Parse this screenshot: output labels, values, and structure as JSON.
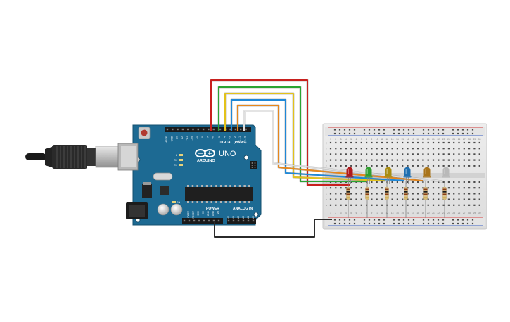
{
  "board": {
    "brand": "ARDUINO",
    "model": "UNO",
    "digital_header": "DIGITAL (PWM~)",
    "power_header": "POWER",
    "analog_header": "ANALOG IN",
    "digital_pins": [
      "AREF",
      "GND",
      "13",
      "12",
      "~11",
      "~10",
      "~9",
      "8",
      "7",
      "~6",
      "~5",
      "4",
      "~3",
      "2",
      "TX→1",
      "RX←0"
    ],
    "power_pins": [
      "IOREF",
      "RESET",
      "3.3V",
      "5V",
      "GND",
      "GND",
      "Vin"
    ],
    "analog_pins": [
      "A0",
      "A1",
      "A2",
      "A3",
      "A4",
      "A5"
    ],
    "led_labels": [
      "L",
      "TX",
      "RX"
    ],
    "on_label": "ON"
  },
  "breadboard": {
    "column_numbers": [
      "1",
      "2",
      "3",
      "4",
      "5",
      "6",
      "7",
      "8",
      "9",
      "10",
      "11",
      "12",
      "13",
      "14",
      "15",
      "16",
      "17",
      "18",
      "19",
      "20",
      "21",
      "22",
      "23",
      "24",
      "25",
      "26",
      "27",
      "28",
      "29",
      "30"
    ],
    "row_letters_top": [
      "j",
      "i",
      "h",
      "g",
      "f"
    ],
    "row_letters_bottom": [
      "e",
      "d",
      "c",
      "b",
      "a"
    ]
  },
  "circuit": {
    "leds": [
      {
        "name": "red",
        "color": "#b0191c"
      },
      {
        "name": "green",
        "color": "#2f9e2f"
      },
      {
        "name": "yellow",
        "color": "#a88d12"
      },
      {
        "name": "blue",
        "color": "#1f6fb0"
      },
      {
        "name": "orange",
        "color": "#a9741a"
      },
      {
        "name": "white",
        "color": "#b9b9b9"
      }
    ],
    "wires": [
      {
        "name": "red-wire",
        "color": "#c8201e"
      },
      {
        "name": "green-wire",
        "color": "#2aa432"
      },
      {
        "name": "yellow-wire",
        "color": "#e3c21a"
      },
      {
        "name": "blue-wire",
        "color": "#1e88d8"
      },
      {
        "name": "orange-wire",
        "color": "#e7871b"
      },
      {
        "name": "white-wire",
        "color": "#f0f0f0"
      },
      {
        "name": "ground-wire",
        "color": "#2b2b2b"
      }
    ]
  }
}
